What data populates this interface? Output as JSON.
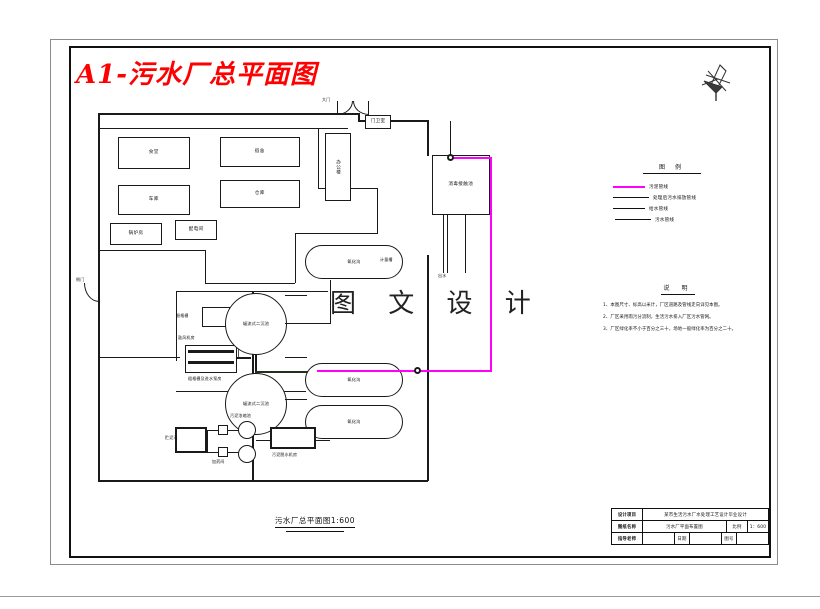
{
  "drawing": {
    "title": "A1-污水厂总平面图",
    "title_color": "#ff0000",
    "caption": "污水厂总平面图1:600",
    "watermark": "图 文 设 计",
    "north_arrow": "north-arrow-symbol"
  },
  "site": {
    "gates": [
      {
        "name": "main-gate",
        "label": "大门"
      },
      {
        "name": "side-gate",
        "label": "侧门"
      }
    ],
    "buildings": [
      {
        "id": "b1",
        "label": "食堂"
      },
      {
        "id": "b2",
        "label": "宿舍"
      },
      {
        "id": "b3",
        "label": "办公楼"
      },
      {
        "id": "b4",
        "label": "车库"
      },
      {
        "id": "b5",
        "label": "仓库"
      },
      {
        "id": "b6",
        "label": "锅炉房"
      },
      {
        "id": "b7",
        "label": "配电间"
      },
      {
        "id": "b8",
        "label": "门卫室"
      },
      {
        "id": "b9",
        "label": "加药间"
      }
    ],
    "tanks_round": [
      {
        "id": "t1",
        "label": "辐流式二沉池"
      },
      {
        "id": "t2",
        "label": "辐流式二沉池"
      }
    ],
    "ditches": [
      {
        "id": "d1",
        "label": "氧化沟"
      },
      {
        "id": "d2",
        "label": "氧化沟"
      },
      {
        "id": "d3",
        "label": "氧化沟"
      }
    ],
    "equipment": [
      {
        "id": "e1",
        "label": "计量槽"
      },
      {
        "id": "e2",
        "label": "细格栅"
      },
      {
        "id": "e3",
        "label": "粗格栅及进水泵房"
      },
      {
        "id": "e4",
        "label": "污泥浓缩池"
      },
      {
        "id": "e5",
        "label": "贮泥池"
      },
      {
        "id": "e6",
        "label": "污泥脱水机房"
      },
      {
        "id": "e7",
        "label": "鼓风机房"
      },
      {
        "id": "e8",
        "label": "消毒接触池"
      },
      {
        "id": "e9",
        "label": "出水"
      }
    ]
  },
  "legend": {
    "title": "图 例",
    "items": [
      {
        "label": "污泥管线",
        "color": "#ff00ff",
        "width": 2
      },
      {
        "label": "处理后污水排放管线",
        "color": "#111111",
        "width": 1
      },
      {
        "label": "给水管线",
        "color": "#111111",
        "width": 1
      },
      {
        "label": "污水管线",
        "color": "#111111",
        "width": 1
      }
    ]
  },
  "notes": {
    "title": "说 明",
    "items": [
      "1、本图尺寸、标高以米计，厂区道路及管线走向详见本图。",
      "2、厂区采用雨污分流制，生活污水排入厂区污水管网。",
      "3、厂区绿化率不小于百分之三十，场地一般绿化率为百分之二十。"
    ]
  },
  "title_block": {
    "rows": [
      {
        "key": "设计项目",
        "value": "某市生活污水厂水处理工艺设计毕业设计"
      },
      {
        "key": "图纸名称",
        "value": "污水厂平面布置图",
        "scale_key": "比例",
        "scale_value": "1：600"
      },
      {
        "key": "指导老师",
        "value": "",
        "date_key": "日期",
        "date_value": "",
        "no_key": "图号",
        "no_value": ""
      }
    ]
  }
}
